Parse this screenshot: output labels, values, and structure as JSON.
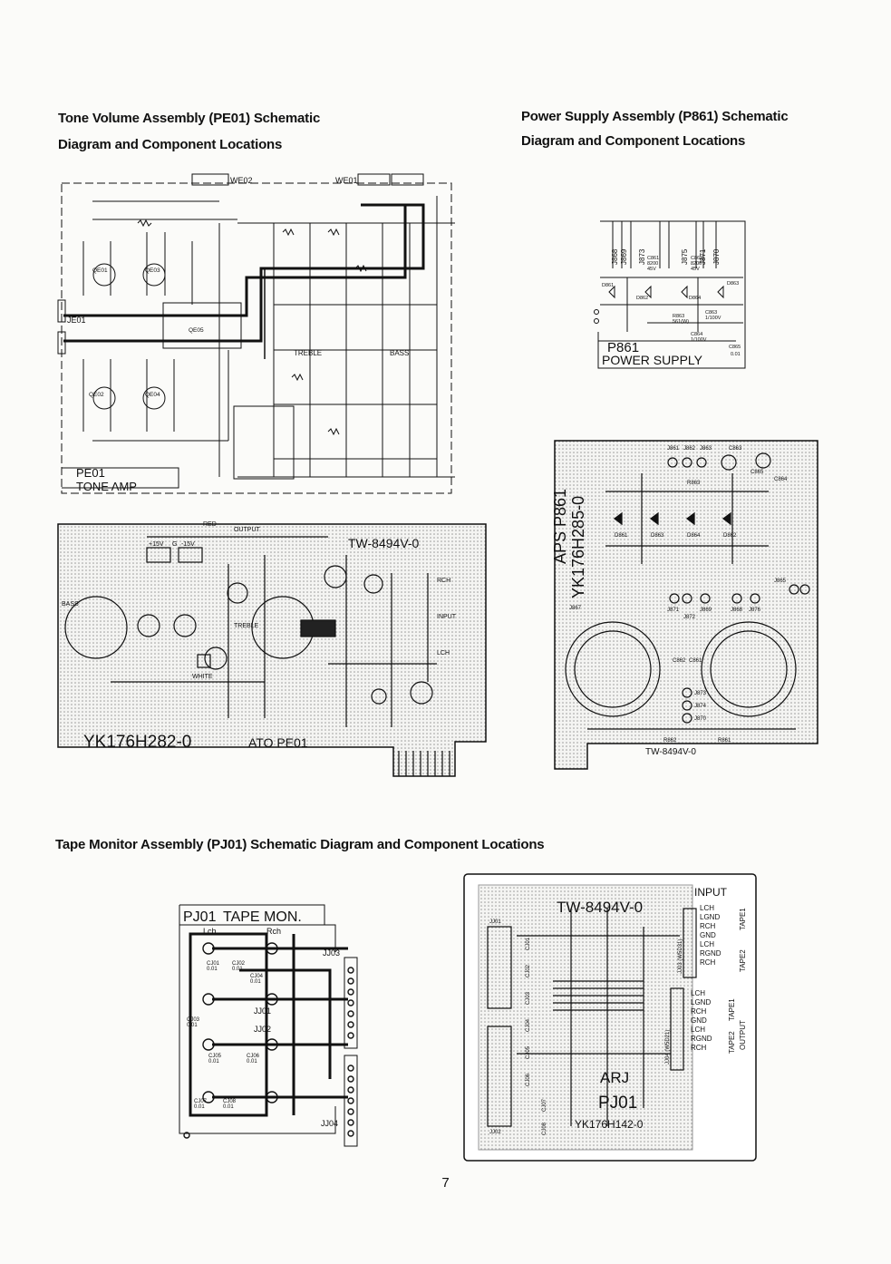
{
  "headings": {
    "tone_line1": "Tone Volume Assembly (PE01) Schematic",
    "tone_line2": "Diagram and Component Locations",
    "power_line1": "Power Supply Assembly (P861) Schematic",
    "power_line2": "Diagram and Component Locations",
    "tape": "Tape Monitor Assembly (PJ01) Schematic Diagram and Component Locations"
  },
  "tone_schematic": {
    "board_id": "PE01",
    "board_name": "TONE AMP",
    "connectors": [
      "WE02",
      "WE01",
      "JE01"
    ],
    "transistors": [
      "QE01",
      "QE03",
      "QE02",
      "QE04",
      "QE05"
    ],
    "controls": [
      "TREBLE",
      "BASS"
    ]
  },
  "tone_pcb": {
    "part_number": "TW-8494V-0",
    "board_code": "YK176H282-0",
    "assembly": "ATO PE01",
    "labels": [
      "BASS",
      "TREBLE",
      "OUTPUT",
      "RCH",
      "INPUT",
      "LCH",
      "WHITE",
      "RED",
      "+15V",
      "G",
      "-15V"
    ]
  },
  "power_schematic": {
    "jumpers": [
      "J868",
      "J869",
      "J873",
      "J875",
      "J871",
      "J870"
    ],
    "board_id": "P861",
    "board_name": "POWER SUPPLY",
    "parts": [
      "C861",
      "8200",
      "45V",
      "C862",
      "8200",
      "45V",
      "D861",
      "D862",
      "D863",
      "D864",
      "R863",
      "561(W)",
      "C863",
      "1/100V",
      "C864",
      "1/100V",
      "C865",
      "0.01"
    ]
  },
  "power_pcb": {
    "top_labels": [
      "J861",
      "J862",
      "J863",
      "C863"
    ],
    "side_code": "YK176H285-0",
    "side_name": "APS P861",
    "part_number": "TW-8494V-0",
    "bottom_labels": [
      "R862",
      "R861"
    ],
    "parts": [
      "C865",
      "C864",
      "D861",
      "D863",
      "D864",
      "D862",
      "J867",
      "J871",
      "J872",
      "J869",
      "J868",
      "J876",
      "J865",
      "C862",
      "C861",
      "J873",
      "J874",
      "J870",
      "R863"
    ]
  },
  "tape_schematic": {
    "board_id": "PJ01",
    "board_name": "TAPE MON.",
    "channels": [
      "Lch",
      "Rch"
    ],
    "connectors": [
      "JJ03",
      "JJ01",
      "JJ02",
      "JJ04"
    ],
    "capacitors": [
      "CJ01",
      "CJ02",
      "CJ03",
      "CJ04",
      "CJ05",
      "CJ06",
      "CJ07",
      "CJ08"
    ],
    "cap_value": "0.01"
  },
  "tape_pcb": {
    "part_number": "TW-8494V-0",
    "input_label": "INPUT",
    "input_pins": [
      "LCH",
      "LGND",
      "RCH",
      "GND",
      "LCH",
      "RGND",
      "RCH"
    ],
    "input_tape": [
      "TAPE1",
      "TAPE2"
    ],
    "output_pins": [
      "LCH",
      "LGND",
      "RCH",
      "GND",
      "LCH",
      "RGND",
      "RCH"
    ],
    "output_tape": [
      "TAPE1",
      "TAPE2"
    ],
    "output_label": "OUTPUT",
    "jack_labels": [
      "JJ01",
      "JJ02",
      "JJ03 (W5D31)",
      "JJ04 (W5D21)"
    ],
    "caps": [
      "CJ01",
      "CJ02",
      "CJ03",
      "CJ04",
      "CJ05",
      "CJ06",
      "CJ07",
      "CJ08"
    ],
    "assembly": "ARJ",
    "board_id": "PJ01",
    "board_code": "YK176H142-0"
  },
  "page_number": "7"
}
